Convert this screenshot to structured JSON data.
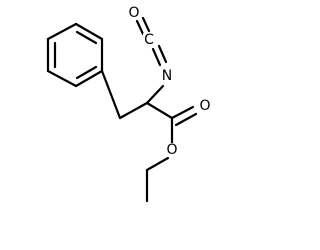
{
  "molecule": {
    "atoms": {
      "nitrogen": "N",
      "carbon_isocyanate": "C",
      "oxygen_isocyanate": "O",
      "oxygen_carbonyl": "O",
      "oxygen_ester": "O"
    }
  },
  "colors": {
    "bond": "#000000",
    "background": "#ffffff"
  }
}
